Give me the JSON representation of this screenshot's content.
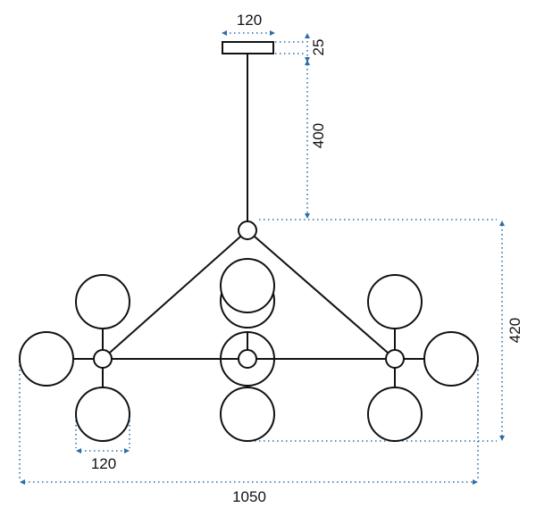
{
  "dimensions": {
    "canopy_width": "120",
    "canopy_height": "25",
    "rod_length": "400",
    "body_height": "420",
    "globe_width": "120",
    "total_width": "1050"
  },
  "colors": {
    "line": "#111111",
    "dimension": "#2b6ea8",
    "background": "#ffffff"
  }
}
